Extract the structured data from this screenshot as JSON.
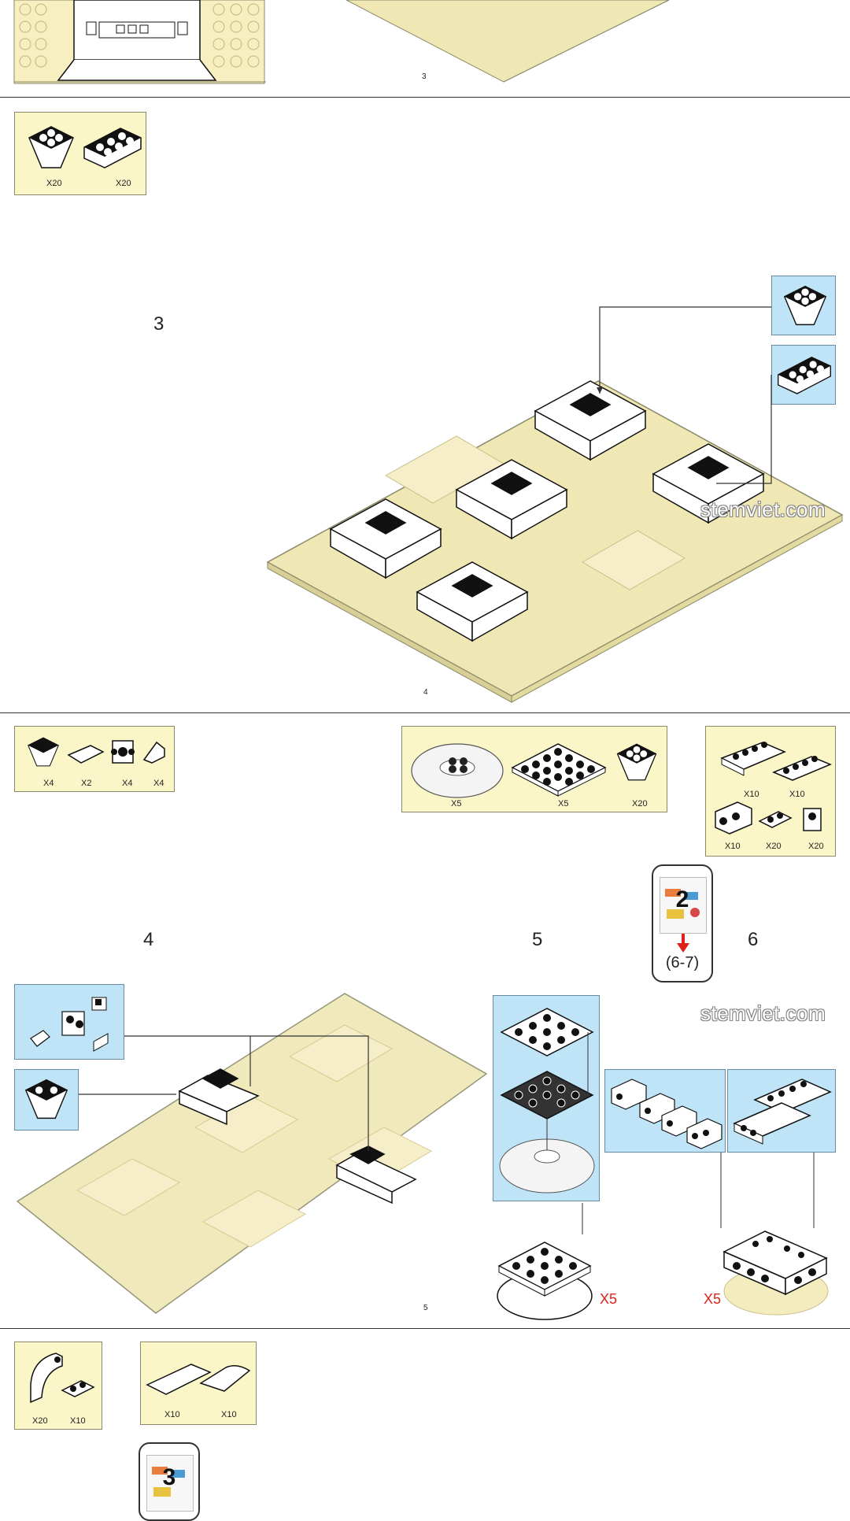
{
  "pages": [
    {
      "page_number": "3"
    },
    {
      "page_number": "4",
      "step": "3",
      "parts": [
        {
          "qty": "X20",
          "icon": "inverted-slope-2x2-icon"
        },
        {
          "qty": "X20",
          "icon": "inverted-slope-2x3-icon"
        }
      ]
    },
    {
      "page_number": "5",
      "steps": [
        "4",
        "5",
        "6"
      ],
      "parts_step4": [
        {
          "qty": "X4",
          "icon": "inverted-slope-2x2-icon"
        },
        {
          "qty": "X2",
          "icon": "tile-1x2-icon"
        },
        {
          "qty": "X4",
          "icon": "brick-side-studs-icon"
        },
        {
          "qty": "X4",
          "icon": "slope-1x1-icon"
        }
      ],
      "parts_step5": [
        {
          "qty": "X5",
          "icon": "round-plate-clear-icon"
        },
        {
          "qty": "X5",
          "icon": "plate-4x4-icon"
        },
        {
          "qty": "X20",
          "icon": "inverted-slope-2x2-icon"
        }
      ],
      "parts_step6": [
        {
          "qty": "X10",
          "icon": "brick-1x4-side-studs-icon"
        },
        {
          "qty": "X10",
          "icon": "plate-1x4-icon"
        },
        {
          "qty": "X10",
          "icon": "brick-1x2-side-studs-icon"
        },
        {
          "qty": "X20",
          "icon": "plate-1x2-icon"
        },
        {
          "qty": "X20",
          "icon": "bracket-1x1-icon"
        }
      ],
      "bag": {
        "number": "2",
        "range": "(6-7)"
      },
      "multipliers": [
        "X5",
        "X5"
      ],
      "watermark": "stemviet.com"
    },
    {
      "parts": [
        {
          "qty": "X20",
          "icon": "curved-slope-icon"
        },
        {
          "qty": "X10",
          "icon": "plate-1x2-icon"
        },
        {
          "qty": "X10",
          "icon": "tile-1x4-icon"
        },
        {
          "qty": "X10",
          "icon": "curved-tile-2x2-icon"
        }
      ],
      "bag": {
        "number": "3"
      }
    }
  ],
  "watermark_top": "stemviet.com",
  "colors": {
    "cream": "#fbf6c8",
    "callout_blue": "#bfe4f7",
    "red": "#e0201b",
    "baseplate": "#efe7b4"
  }
}
